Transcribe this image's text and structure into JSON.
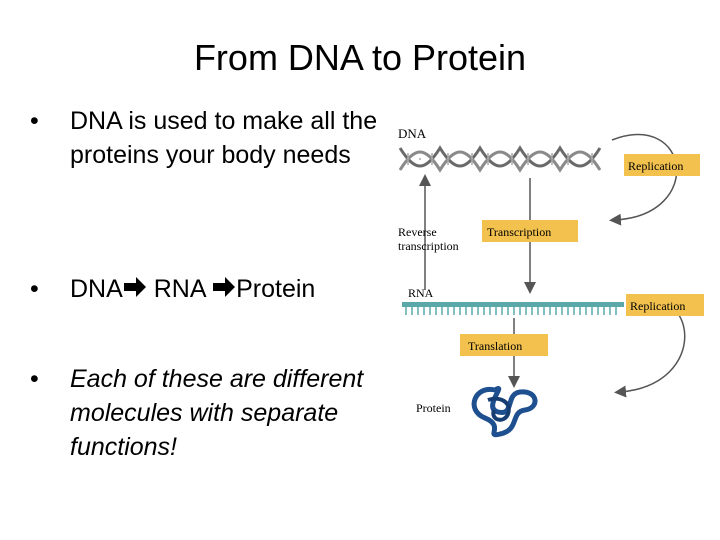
{
  "slide": {
    "title": "From DNA to Protein",
    "bullets": [
      {
        "marker": "•",
        "text": "DNA is used to make all the proteins your body needs"
      },
      {
        "marker": "•",
        "parts": [
          "DNA",
          "RNA",
          "Protein"
        ],
        "arrow_icon": "right-arrow-icon"
      },
      {
        "marker": "•",
        "text": "Each of these are different molecules with separate functions!"
      }
    ]
  },
  "diagram": {
    "dna_label": "DNA",
    "replication_label_1": "Replication",
    "reverse_line1": "Reverse",
    "reverse_line2": "transcription",
    "transcription_label": "Transcription",
    "rna_label": "RNA",
    "replication_label_2": "Replication",
    "translation_label": "Translation",
    "protein_label": "Protein",
    "colors": {
      "label_box": "#f2c14e",
      "rna_strand": "#5aa9a8",
      "protein": "#1e4f8f",
      "arrow": "#555555"
    }
  }
}
